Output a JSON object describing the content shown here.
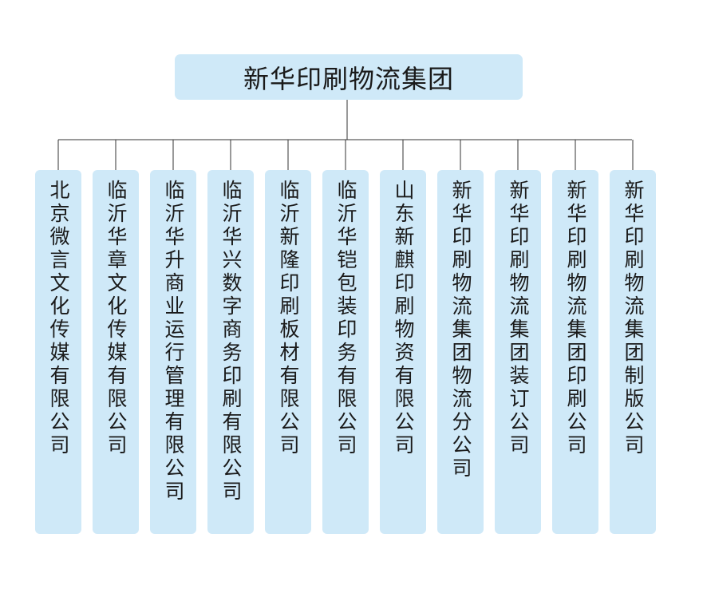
{
  "org_chart": {
    "root": {
      "label": "新华印刷物流集团"
    },
    "children": [
      {
        "label": "北京微言文化传媒有限公司"
      },
      {
        "label": "临沂华章文化传媒有限公司"
      },
      {
        "label": "临沂华升商业运行管理有限公司"
      },
      {
        "label": "临沂华兴数字商务印刷有限公司"
      },
      {
        "label": "临沂新隆印刷板材有限公司"
      },
      {
        "label": "临沂华铠包装印务有限公司"
      },
      {
        "label": "山东新麒印刷物资有限公司"
      },
      {
        "label": "新华印刷物流集团物流分公司"
      },
      {
        "label": "新华印刷物流集团装订公司"
      },
      {
        "label": "新华印刷物流集团印刷公司"
      },
      {
        "label": "新华印刷物流集团制版公司"
      }
    ]
  },
  "colors": {
    "box_fill": "#cfe9f8",
    "connector_line": "#333333",
    "text": "#1a1a1a"
  }
}
